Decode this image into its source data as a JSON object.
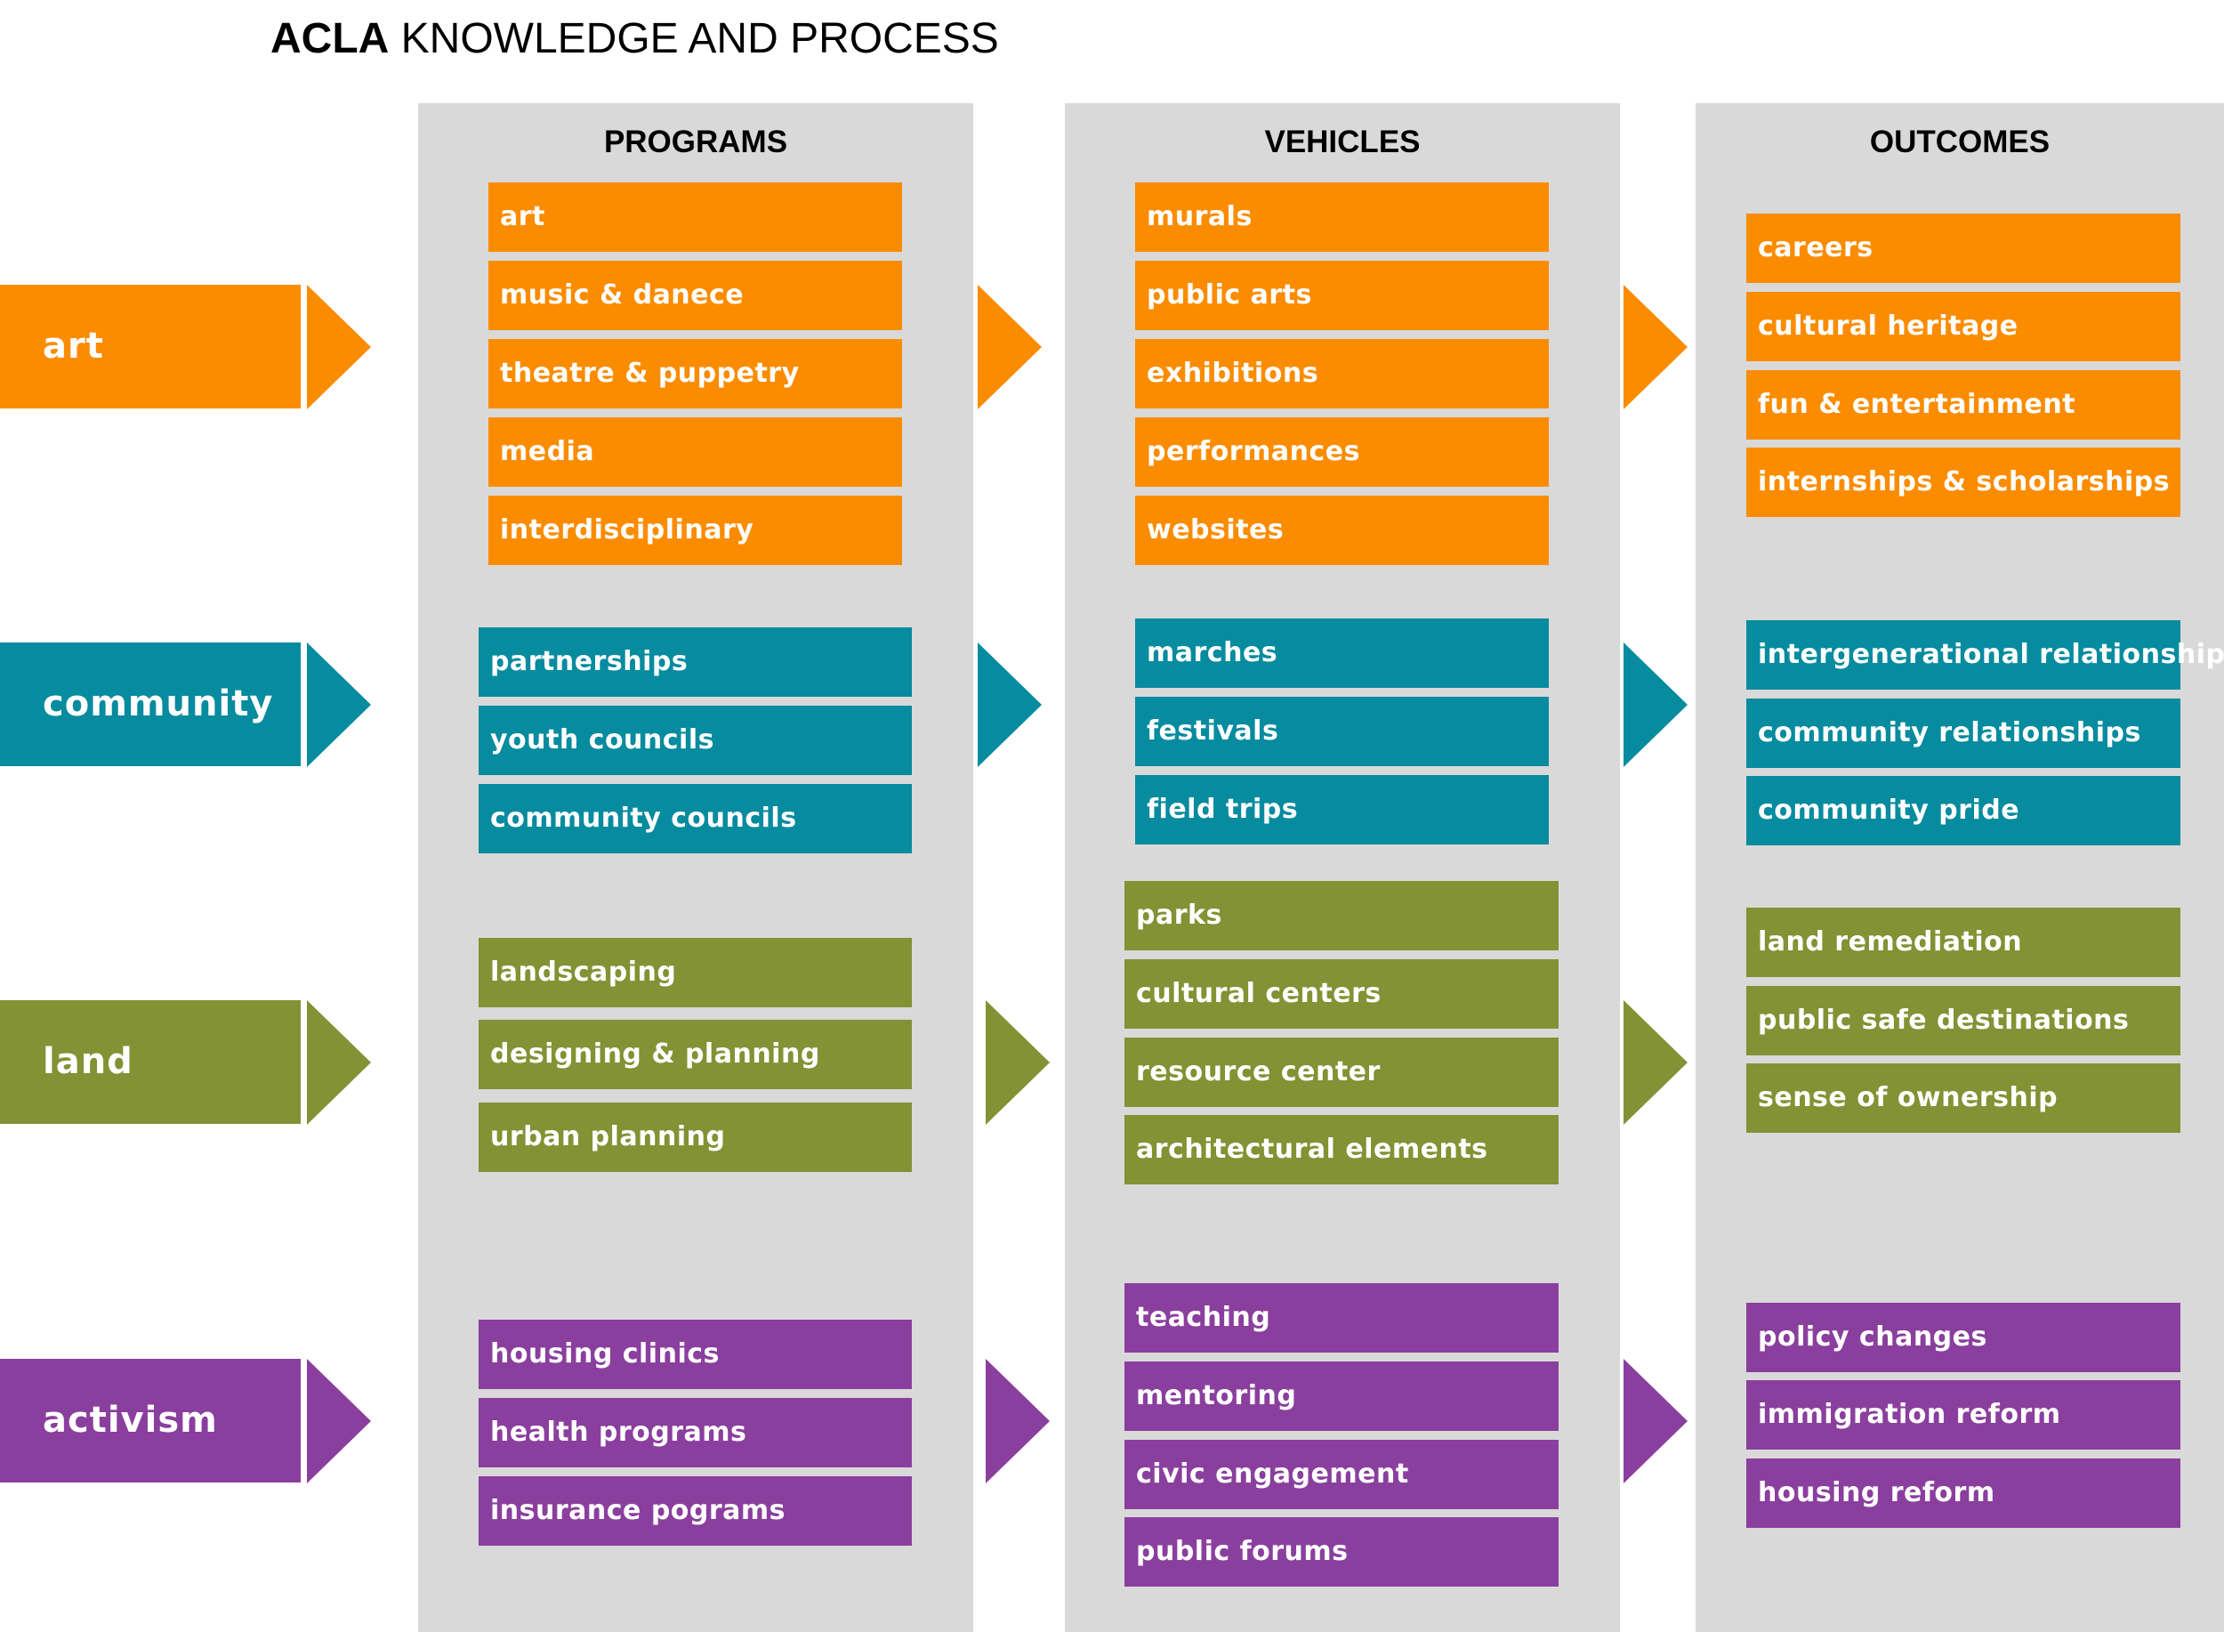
{
  "title": {
    "bold": "ACLA",
    "rest": " KNOWLEDGE AND PROCESS"
  },
  "columns": {
    "programs": "PROGRAMS",
    "vehicles": "VEHICLES",
    "outcomes": "OUTCOMES"
  },
  "categories": [
    {
      "label": "art",
      "color": "#fb8c00"
    },
    {
      "label": "community",
      "color": "#068b9f"
    },
    {
      "label": "land",
      "color": "#829234"
    },
    {
      "label": "activism",
      "color": "#8a3f9e"
    }
  ],
  "programs": {
    "art": [
      "art",
      "music & danece",
      "theatre & puppetry",
      "media",
      "interdisciplinary"
    ],
    "community": [
      "partnerships",
      "youth councils",
      "community councils"
    ],
    "land": [
      "landscaping",
      "designing & planning",
      "urban planning"
    ],
    "activism": [
      "housing clinics",
      "health programs",
      "insurance pograms"
    ]
  },
  "vehicles": {
    "art": [
      "murals",
      "public arts",
      "exhibitions",
      "performances",
      "websites"
    ],
    "community": [
      "marches",
      "festivals",
      "field trips"
    ],
    "land": [
      "parks",
      "cultural centers",
      "resource center",
      "architectural elements"
    ],
    "activism": [
      "teaching",
      "mentoring",
      "civic engagement",
      "public forums"
    ]
  },
  "outcomes": {
    "art": [
      "careers",
      "cultural heritage",
      "fun & entertainment",
      "internships & scholarships"
    ],
    "community": [
      "intergenerational relationships",
      "community relationships",
      "community pride"
    ],
    "land": [
      "land remediation",
      "public safe destinations",
      "sense of ownership"
    ],
    "activism": [
      "policy changes",
      "immigration reform",
      "housing reform"
    ]
  }
}
